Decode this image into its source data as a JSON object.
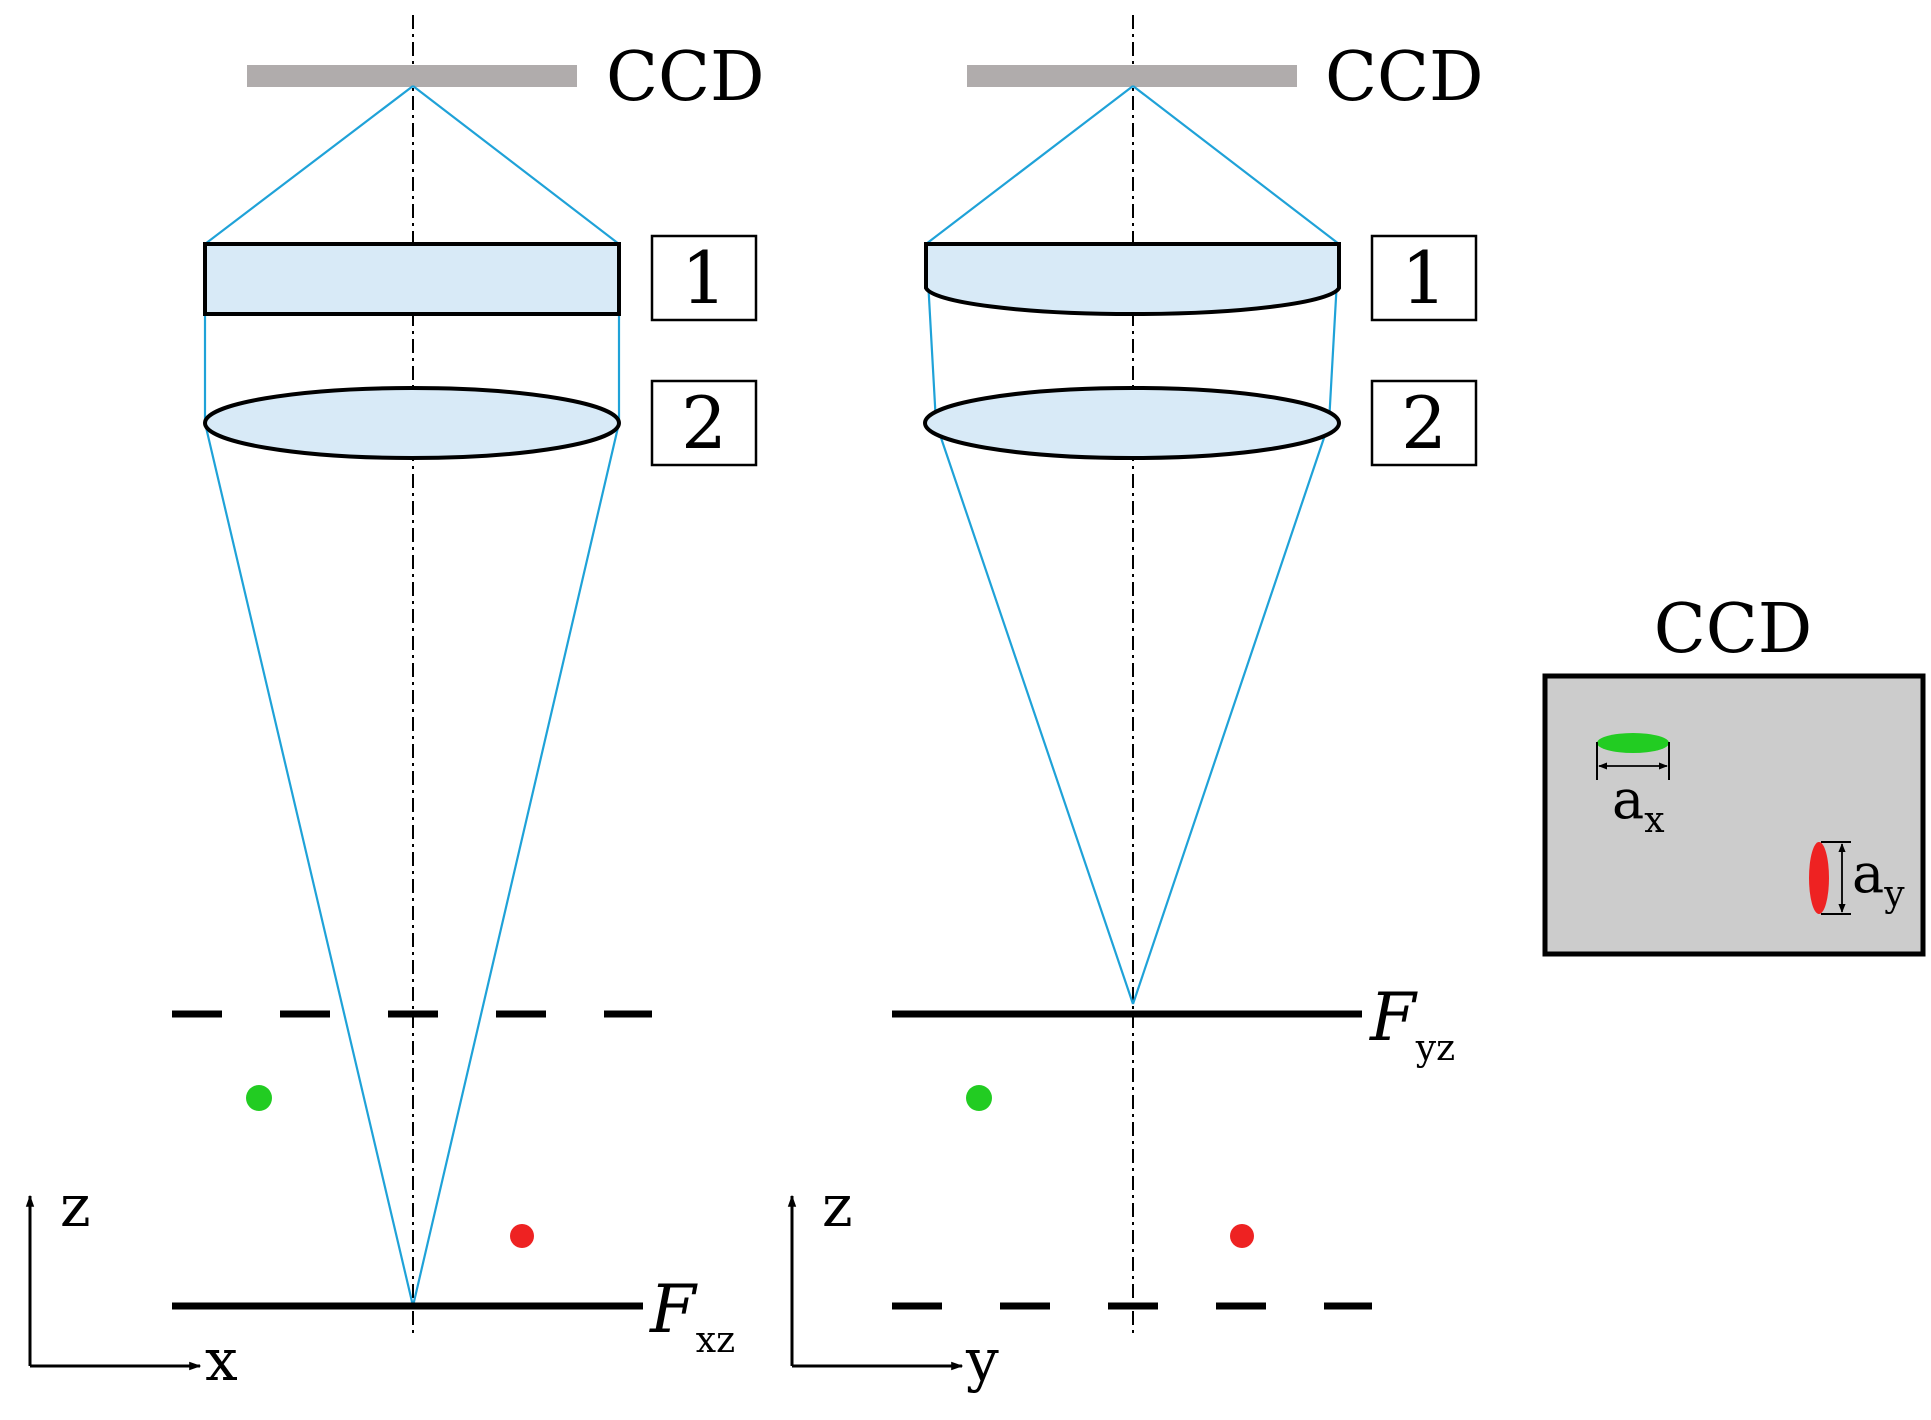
{
  "labels": {
    "ccd": "CCD",
    "lens1": "1",
    "lens2": "2",
    "focal_xz_main": "F",
    "focal_xz_sub": "xz",
    "focal_yz_main": "F",
    "focal_yz_sub": "yz",
    "axis_z_left": "z",
    "axis_x": "x",
    "axis_z_right": "z",
    "axis_y": "y",
    "spot_x_main": "a",
    "spot_x_sub": "x",
    "spot_y_main": "a",
    "spot_y_sub": "y"
  },
  "colors": {
    "ray": "#1fa2d8",
    "lens_fill": "#d8eaf7",
    "ccd_bar": "#b0acac",
    "ccd_panel": "#cccccc",
    "green_point": "#22cc22",
    "red_point": "#ee2222",
    "line": "#000000"
  }
}
